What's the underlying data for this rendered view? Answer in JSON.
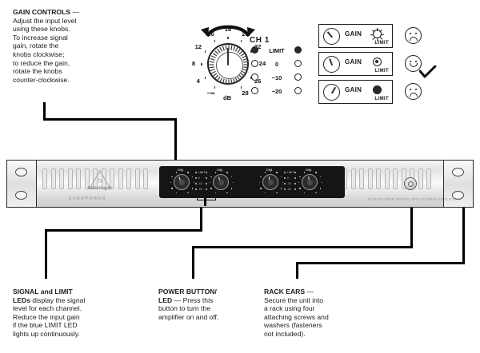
{
  "callouts": {
    "gain": {
      "name": "gain-controls",
      "heading": "GAIN CONTROLS",
      "dash": " —",
      "body": "Adjust the input level using these knobs. To increase signal gain, rotate the knobs clockwise; to reduce the gain, rotate the knobs counter-clockwise.",
      "lines": [
        "Adjust the input level",
        "using these knobs.",
        "To increase signal",
        "gain, rotate the",
        "knobs clockwise;",
        "to reduce the gain,",
        "rotate the knobs",
        "counter-clockwise."
      ]
    },
    "signal": {
      "name": "signal-and-limit-leds",
      "heading": "SIGNAL and LIMIT",
      "heading2": "LEDs",
      "body": "display the signal level for each channel. Reduce the input gain if the blue LIMIT LED lights up continuously.",
      "lines": [
        "display the signal",
        "level for each channel.",
        "Reduce the input gain",
        "if the blue LIMIT LED",
        "lights up continuously."
      ]
    },
    "power": {
      "name": "power-button-led",
      "heading": "POWER BUTTON/",
      "heading2": "LED",
      "dash": " — ",
      "body": "Press this button to turn the amplifier on and off.",
      "lines": [
        "Press this",
        "button to turn the",
        "amplifier on and off."
      ]
    },
    "rack": {
      "name": "rack-ears",
      "heading": "RACK EARS",
      "dash": " —",
      "body": "Secure the unit into a rack using four attaching screws and washers (fasteners not included).",
      "lines": [
        "Secure the unit into",
        "a rack using four",
        "attaching screws and",
        "washers (fasteners",
        "not included)."
      ]
    }
  },
  "knob_diagram": {
    "arrow_icon": "curved-double-arrow",
    "db_unit": "dB",
    "scale_labels": [
      "−∞",
      "4",
      "8",
      "12",
      "16",
      "18",
      "20",
      "22",
      "24",
      "26",
      "28"
    ],
    "pointer_value": "18"
  },
  "channel": {
    "label": "CH 1",
    "led_labels": [
      "LIMIT",
      "0",
      "−10",
      "−20"
    ],
    "led_states_left": [
      "on",
      "off",
      "off",
      "off"
    ],
    "led_states_right": [
      "on",
      "off",
      "off",
      "off"
    ]
  },
  "state_panels": [
    {
      "gain_label": "GAIN",
      "limit_label": "LIMIT",
      "limit_state": "bright",
      "knob_angle": -40,
      "face": "sad",
      "checked": false
    },
    {
      "gain_label": "GAIN",
      "limit_label": "LIMIT",
      "limit_state": "dim",
      "knob_angle": -20,
      "face": "happy",
      "checked": true
    },
    {
      "gain_label": "GAIN",
      "limit_label": "LIMIT",
      "limit_state": "off",
      "knob_angle": 30,
      "face": "sad",
      "checked": false
    }
  ],
  "check_icon": "checkmark-icon",
  "amplifier": {
    "brand": "behringer",
    "brand_icon": "behringer-triangle-logo",
    "series": "EUROPOWER",
    "model_text": "EUROPOWER EP4000 PRO POWER AMPLIFIER",
    "power_button_icon": "power-button",
    "channel_labels": [
      "CH1",
      "CH2",
      "CH3",
      "CH4"
    ],
    "meter_labels": [
      "LIMIT",
      "0",
      "-10",
      "-20"
    ],
    "knob_count": 4,
    "rack_ear_label": "rack-ear"
  },
  "colors": {
    "ink": "#1a1a1a",
    "leader_line": "#000000",
    "panel_black": "#151515",
    "chassis_light": "#f4f4f4",
    "chassis_dark": "#cfcfcf"
  }
}
